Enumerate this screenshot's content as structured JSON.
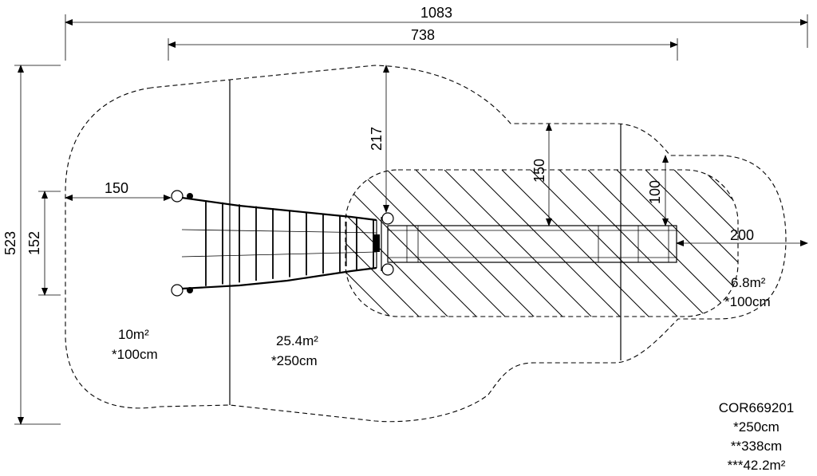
{
  "dimensions": {
    "overall_length": "1083",
    "equipment_length": "738",
    "overall_width": "523",
    "equipment_width": "152",
    "left_clearance": "150",
    "top_clearance": "217",
    "deck_clearance": "150",
    "beam_clearance": "100",
    "end_clearance": "200"
  },
  "zones": {
    "left": {
      "area": "10m²",
      "height": "*100cm"
    },
    "middle": {
      "area": "25.4m²",
      "height": "*250cm"
    },
    "right": {
      "area": "6.8m²",
      "height": "*100cm"
    }
  },
  "product": {
    "code": "COR669201",
    "line1": "*250cm",
    "line2": "**338cm",
    "line3": "***42.2m²"
  }
}
